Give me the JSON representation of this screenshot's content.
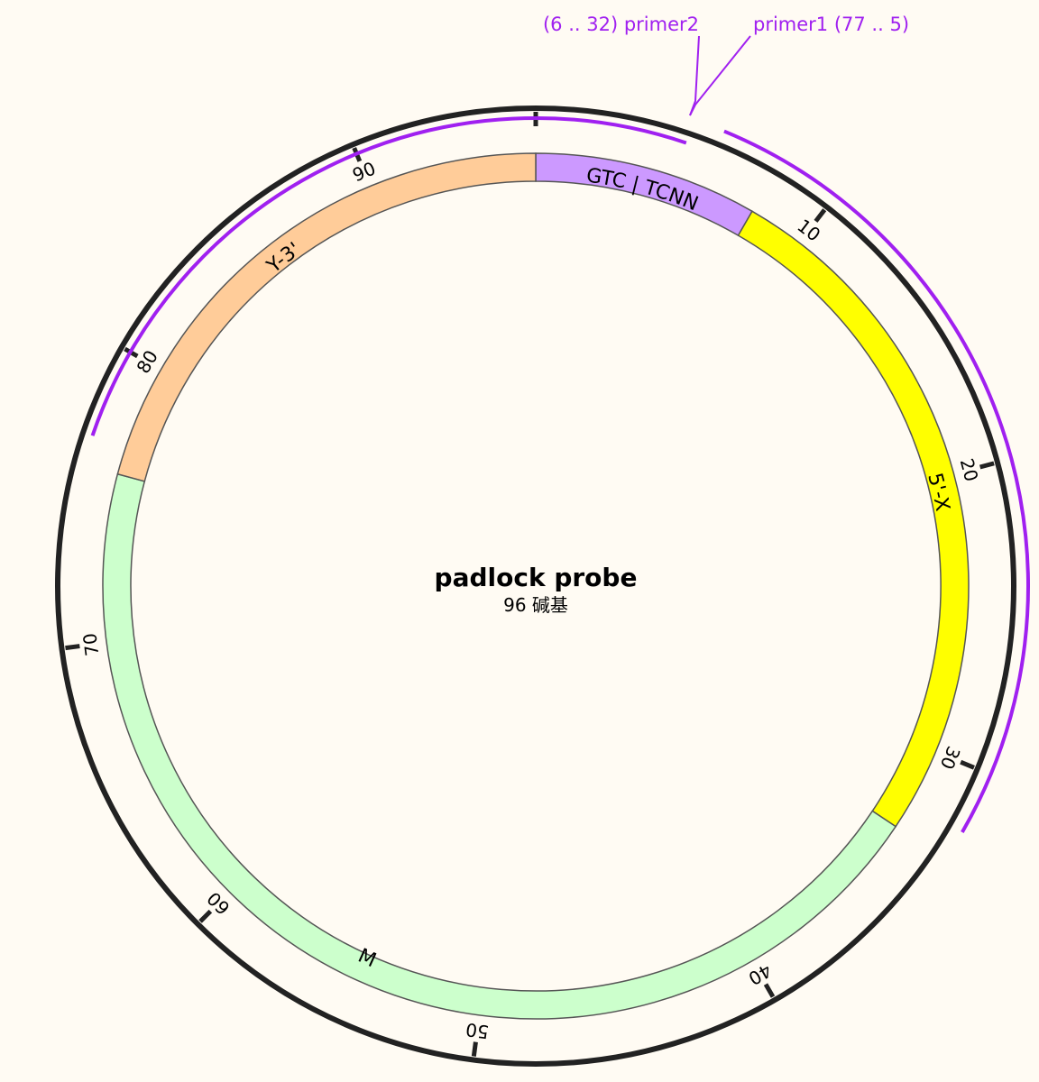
{
  "title": "padlock probe",
  "length_label": "96 碱基",
  "total_length": 96,
  "backbone_color": "#222222",
  "ticks": [
    {
      "position": 0,
      "label": ""
    },
    {
      "position": 10,
      "label": "10"
    },
    {
      "position": 20,
      "label": "20"
    },
    {
      "position": 30,
      "label": "30"
    },
    {
      "position": 40,
      "label": "40"
    },
    {
      "position": 50,
      "label": "50"
    },
    {
      "position": 60,
      "label": "60"
    },
    {
      "position": 70,
      "label": "70"
    },
    {
      "position": 80,
      "label": "80"
    },
    {
      "position": 90,
      "label": "90"
    }
  ],
  "features": [
    {
      "name": "GTC | TCNN",
      "start": 0,
      "end": 8,
      "color": "#cc99ff",
      "icon": "feature-arc"
    },
    {
      "name": "5'-X",
      "start": 8,
      "end": 33,
      "color": "#ffff00",
      "icon": "feature-arc"
    },
    {
      "name": "M",
      "start": 33,
      "end": 76,
      "color": "#ccffcc",
      "icon": "feature-arc"
    },
    {
      "name": "Y-3'",
      "start": 76,
      "end": 96,
      "color": "#ffcc99",
      "icon": "feature-arc"
    }
  ],
  "primers": [
    {
      "name": "primer2",
      "range_label": "(6 .. 32)",
      "label_text": "(6 .. 32)  primer2",
      "start": 6,
      "end": 32,
      "color": "#a020f0"
    },
    {
      "name": "primer1",
      "range_label": "(77 .. 5)",
      "label_text": "primer1  (77 .. 5)",
      "start": 77,
      "end": 5,
      "color": "#a020f0"
    }
  ]
}
